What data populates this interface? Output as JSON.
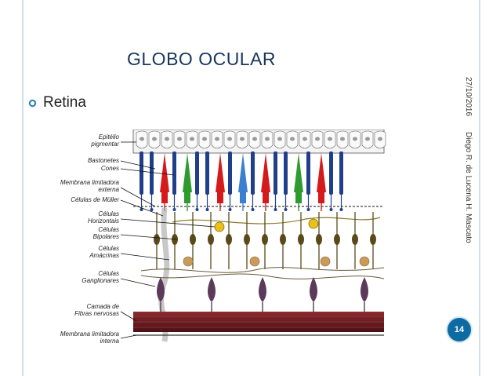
{
  "slide": {
    "title": "GLOBO OCULAR",
    "bullet": "Retina",
    "date": "27/10/2016",
    "author": "Diego R. de Lucena H. Mascato",
    "page_number": "14"
  },
  "diagram": {
    "labels": [
      "Epitélio",
      "pigmentar",
      "Bastonetes",
      "Cones",
      "Membrana limitadora",
      "externa",
      "Células de Müller",
      "Células",
      "Horizontais",
      "Células",
      "Bipolares",
      "Células",
      "Amácrinas",
      "Células",
      "Ganglionares",
      "Camada de",
      "Fibras nervosas",
      "Membrana limitadora",
      "interna"
    ],
    "colors": {
      "rod": "#1f3f8a",
      "cone_red": "#d41a1a",
      "cone_green": "#2e9b2e",
      "cone_blue": "#3a7fd0",
      "bipolar": "#5a4a1a",
      "amacrine": "#c99a5a",
      "ganglion": "#5b3a5a",
      "fiber": "#6e1f24",
      "horizontal": "#e9c11a"
    }
  }
}
